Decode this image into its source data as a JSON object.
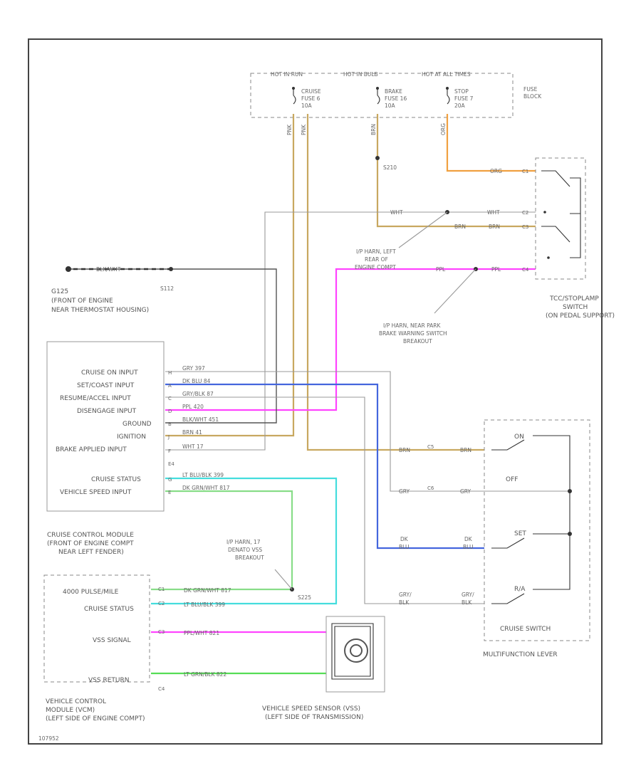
{
  "fuse_block": {
    "hot_run": "HOT IN RUN",
    "hot_bulb": "HOT IN BULB",
    "hot_all": "HOT AT ALL TIMES",
    "label": [
      "FUSE",
      "BLOCK"
    ],
    "fuse_cruise": [
      "CRUISE",
      "FUSE 6",
      "10A"
    ],
    "fuse_brake": [
      "BRAKE",
      "FUSE 16",
      "10A"
    ],
    "fuse_stop": [
      "STOP",
      "FUSE 7",
      "20A"
    ]
  },
  "splice_s210": "S210",
  "splice_s112": "S112",
  "ground_g125": [
    "G125",
    "(FRONT OF ENGINE",
    "NEAR THERMOSTAT HOUSING)"
  ],
  "ground_wire": "BLK/WHT",
  "wire_tags": {
    "pnk1": "PNK",
    "pnk2": "PNK",
    "brn": "BRN",
    "org1": "ORG",
    "org2": "ORG",
    "wht1": "WHT",
    "wht2": "WHT",
    "brn2": "BRN",
    "brn3": "BRN",
    "ppl1": "PPL",
    "ppl2": "PPL",
    "brn_sw1": "BRN",
    "brn_sw2": "BRN",
    "gry_sw1": "GRY",
    "gry_sw2": "GRY",
    "dkblu1": [
      "DK",
      "BLU"
    ],
    "dkblu2": [
      "DK",
      "BLU"
    ],
    "grybl1": [
      "GRY/",
      "BLK"
    ],
    "grybl2": [
      "GRY/",
      "BLK"
    ]
  },
  "connectors": {
    "c1": "C1",
    "c2": "C2",
    "c3": "C3",
    "c4": "C4",
    "c5": "C5",
    "c6": "C6"
  },
  "ip_harn_left": [
    "I/P HARN, LEFT",
    "REAR OF",
    "ENGINE COMPT"
  ],
  "ip_harn_near": [
    "I/P HARN, NEAR PARK",
    "BRAKE WARNING SWITCH",
    "BREAKOUT"
  ],
  "tcc_switch": [
    "TCC/STOPLAMP",
    "SWITCH",
    "(ON PEDAL SUPPORT)"
  ],
  "module_inputs": [
    "CRUISE ON INPUT",
    "SET/COAST INPUT",
    "RESUME/ACCEL INPUT",
    "DISENGAGE INPUT",
    "GROUND",
    "IGNITION",
    "BRAKE APPLIED INPUT",
    "CRUISE STATUS",
    "VEHICLE SPEED INPUT"
  ],
  "module_wires": [
    "GRY  397",
    "DK BLU  84",
    "GRY/BLK  87",
    "PPL  420",
    "BLK/WHT  451",
    "BRN  41",
    "WHT  17",
    "LT BLU/BLK  399",
    "DK GRN/WHT  817"
  ],
  "module_pins": [
    "H",
    "A",
    "C",
    "D",
    "B",
    "J",
    "F",
    "G",
    "E"
  ],
  "module_pin_extra": "E4",
  "module_label": [
    "CRUISE CONTROL MODULE",
    "(FRONT OF ENGINE COMPT",
    "NEAR LEFT FENDER)"
  ],
  "ip_harn_s225": [
    "I/P HARN, 17",
    "DENATO VSS",
    "BREAKOUT"
  ],
  "splice_s225": "S225",
  "vcm_labels": [
    "4000 PULSE/MILE",
    "CRUISE STATUS",
    "VSS SIGNAL",
    "VSS RETURN"
  ],
  "vcm_wires": [
    "DK GRN/WHT  817",
    "LT BLU/BLK  399",
    "PPL/WHT  821",
    "LT GRN/BLK  822"
  ],
  "vcm_pins": [
    "C1",
    "C2",
    "C3",
    "C4"
  ],
  "vcm_label": [
    "VEHICLE CONTROL",
    "MODULE (VCM)",
    "(LEFT SIDE OF ENGINE COMPT)"
  ],
  "vss_label": [
    "VEHICLE SPEED SENSOR (VSS)",
    "(LEFT SIDE OF TRANSMISSION)"
  ],
  "switch_positions": [
    "ON",
    "OFF",
    "SET",
    "R/A"
  ],
  "switch_title": "CRUISE SWITCH",
  "multifunction_label": "MULTIFUNCTION LEVER",
  "page_id": "107952",
  "colors": {
    "tan": "#c8a860",
    "orange": "#f0a040",
    "magenta": "#ff44ff",
    "blue": "#4466dd",
    "cyan": "#44dddd",
    "green": "#55dd55",
    "lightgreen": "#66cc66",
    "black": "#333333",
    "gray": "#999999"
  }
}
